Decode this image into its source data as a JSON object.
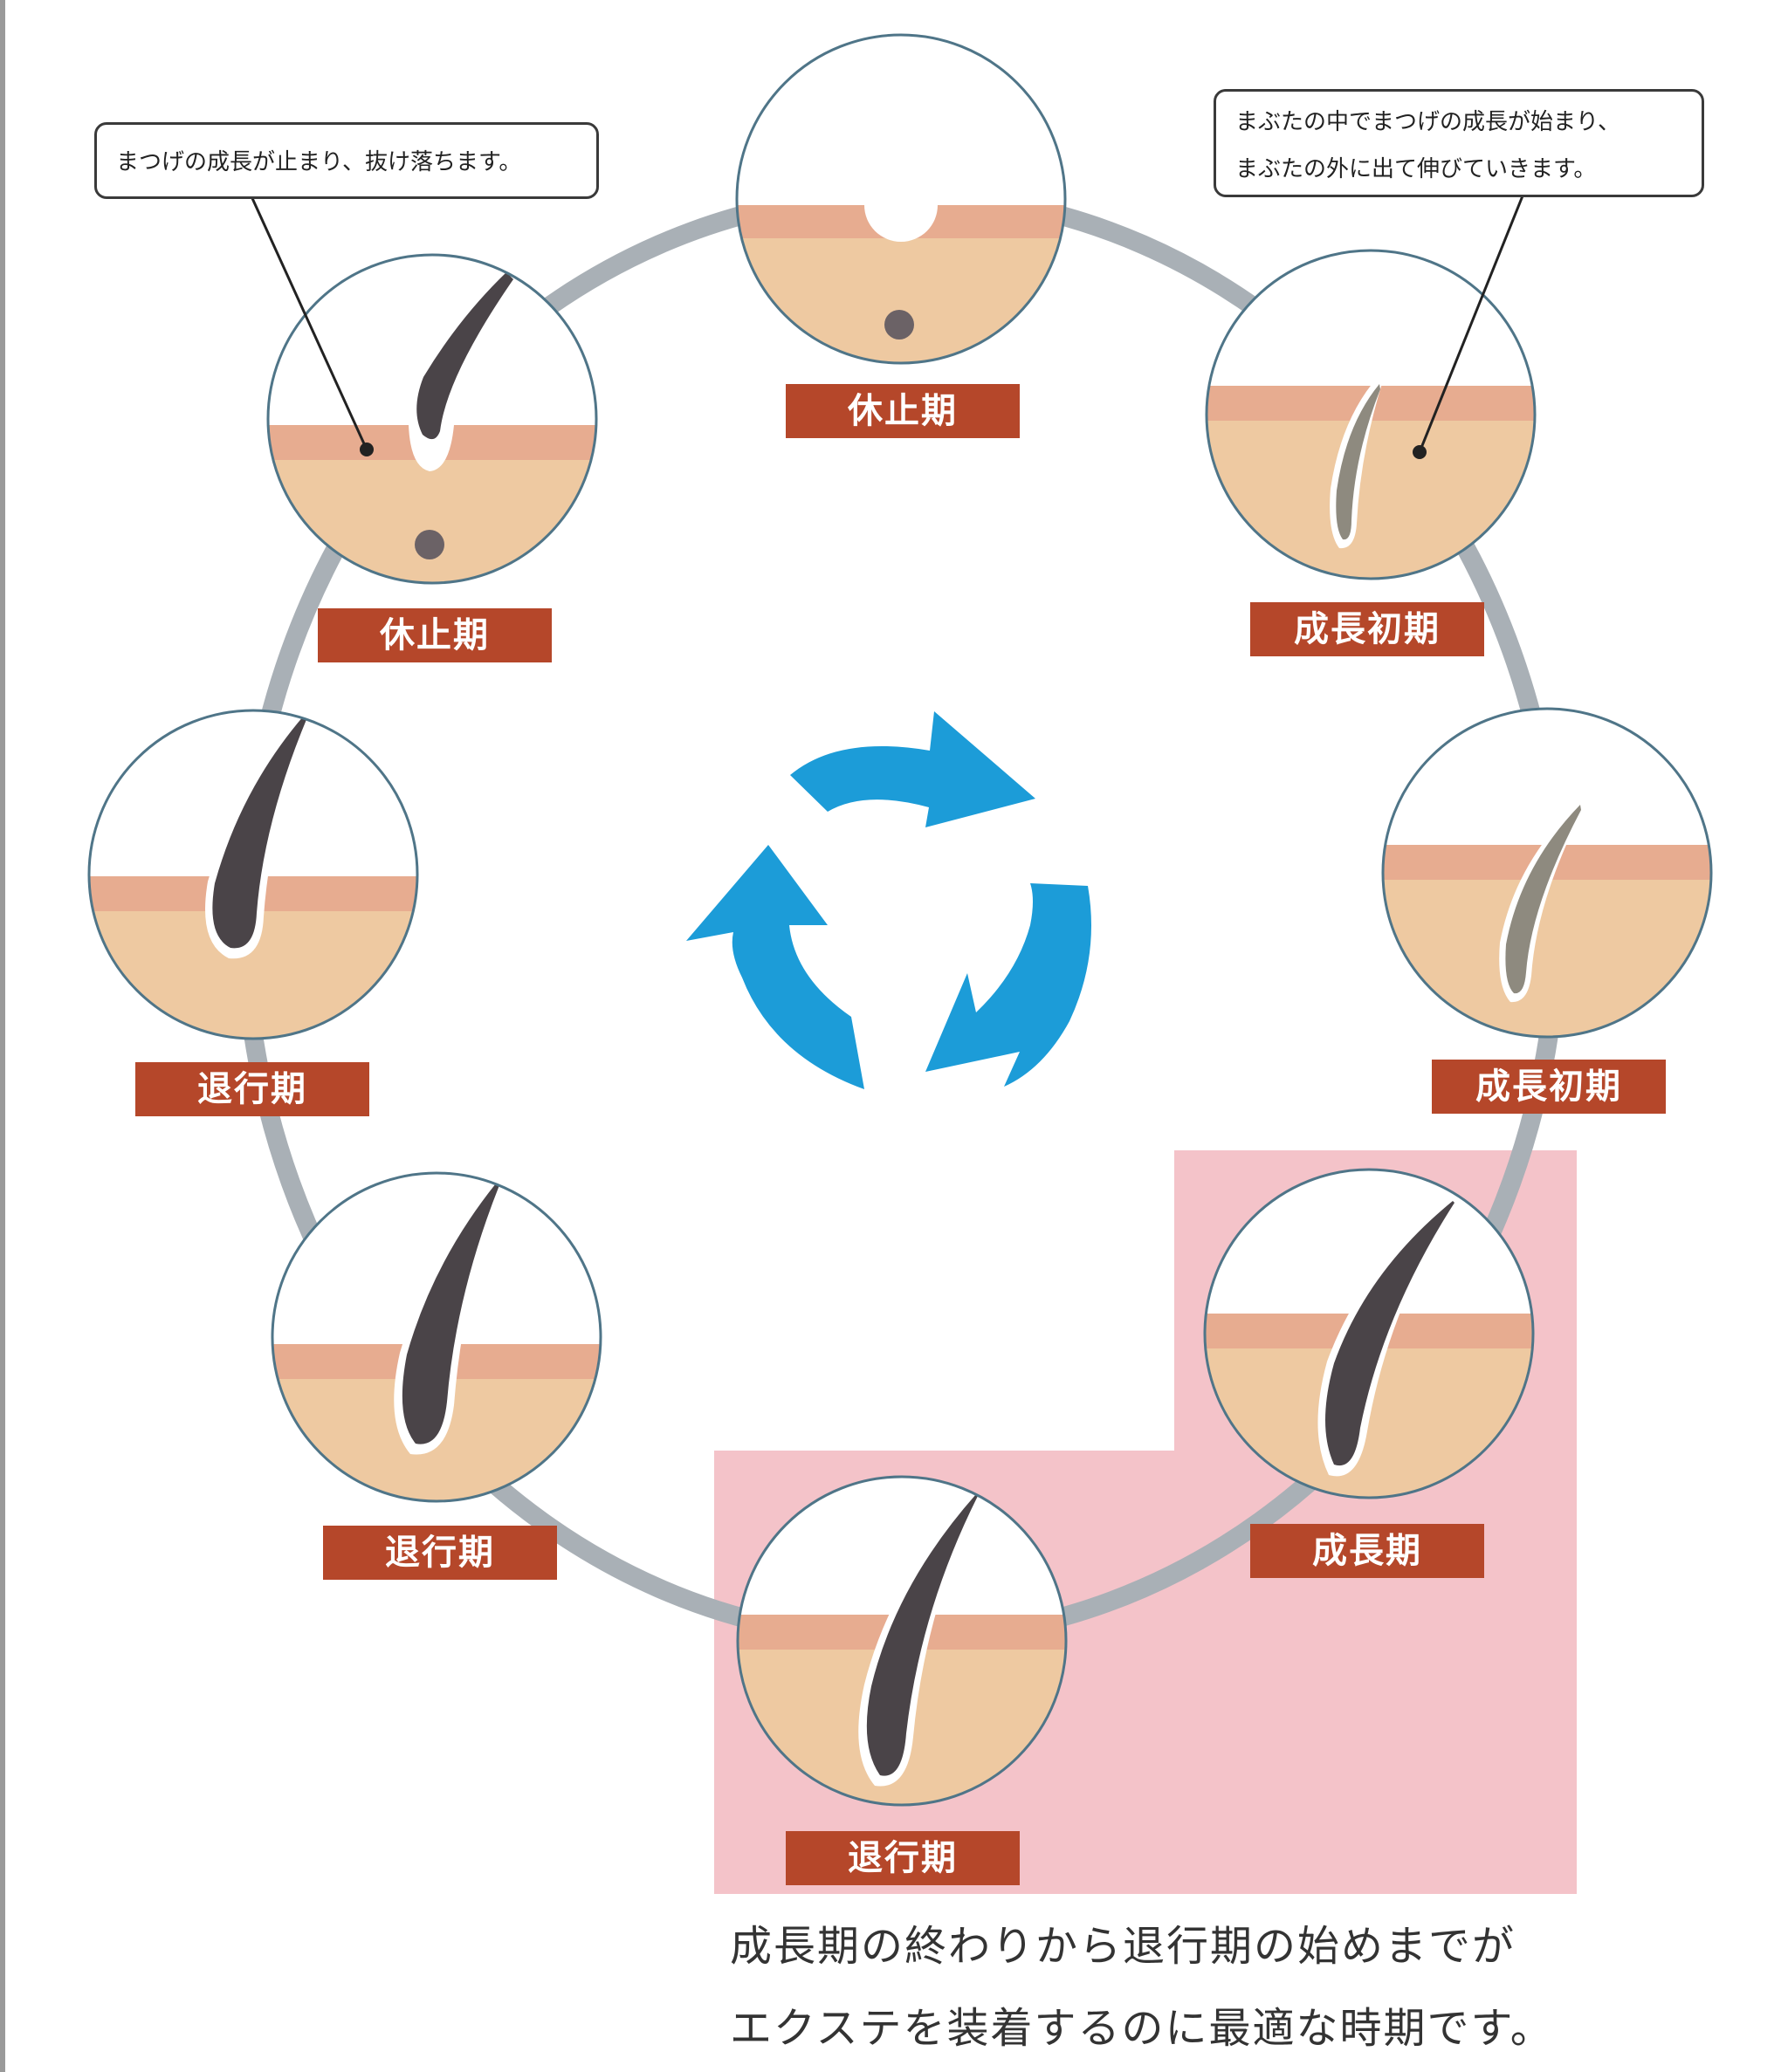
{
  "stage_labels": {
    "top": "休止期",
    "upper_left": "休止期",
    "upper_right": "成長初期",
    "right": "成長初期",
    "left": "退行期",
    "lower_left": "退行期",
    "lower_right": "成長期",
    "bottom": "退行期"
  },
  "callouts": {
    "shedding": "まつげの成長が止まり、抜け落ちます。",
    "growth_line1": "まぶたの中でまつげの成長が始まり、",
    "growth_line2": "まぶたの外に出て伸びていきます。"
  },
  "caption": {
    "line1": "成長期の終わりから退行期の始めまでが",
    "line2": "エクステを装着するのに最適な時期です。"
  },
  "colors": {
    "ring": "#a9b0b6",
    "skin": "#eec9a1",
    "skin_band": "#e7ac90",
    "hair": "#4a4448",
    "hair_new": "#8e8a7f",
    "bulb": "#6b6266",
    "label_bg": "#b5472a",
    "highlight": "#f2b8bf",
    "arrows": "#1c9cd8",
    "circle_border": "#4f7588"
  }
}
